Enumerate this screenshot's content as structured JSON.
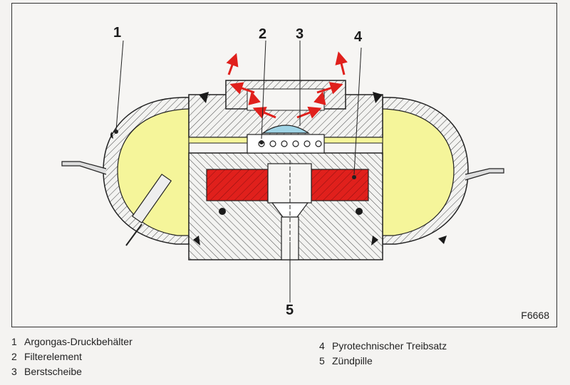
{
  "callouts": {
    "c1": "1",
    "c2": "2",
    "c3": "3",
    "c4": "4",
    "c5": "5"
  },
  "figure_id": "F6668",
  "legend": [
    {
      "num": "1",
      "label": "Argongas-Druckbehälter"
    },
    {
      "num": "2",
      "label": "Filterelement"
    },
    {
      "num": "3",
      "label": "Berstscheibe"
    },
    {
      "num": "4",
      "label": "Pyrotechnischer Treibsatz"
    },
    {
      "num": "5",
      "label": "Zündpille"
    }
  ],
  "colors": {
    "argon_gas": "#f5f59a",
    "propellant": "#e0201c",
    "arrows": "#e0201c",
    "burst_disc": "#9fd4e6",
    "hatch": "#555555"
  }
}
